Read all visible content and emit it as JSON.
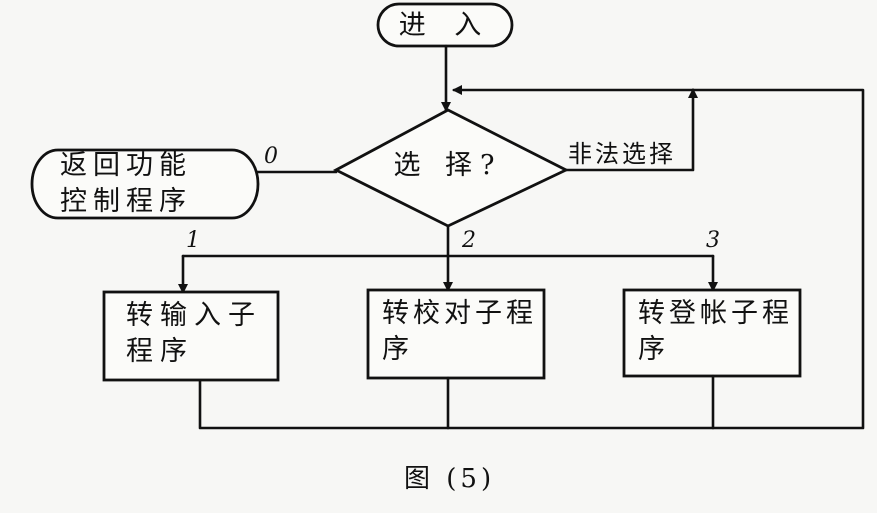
{
  "nodes": {
    "enter": "进 入",
    "decision": "选 择?",
    "return": [
      "返回功能",
      "控制程序"
    ],
    "input": [
      "转输入子",
      "程序"
    ],
    "check": [
      "转校对子程",
      "序"
    ],
    "ledger": [
      "转登帐子程",
      "序"
    ]
  },
  "edges": {
    "zero": "0",
    "one": "1",
    "two": "2",
    "three": "3",
    "illegal": "非法选择"
  },
  "caption": "图 (5)"
}
